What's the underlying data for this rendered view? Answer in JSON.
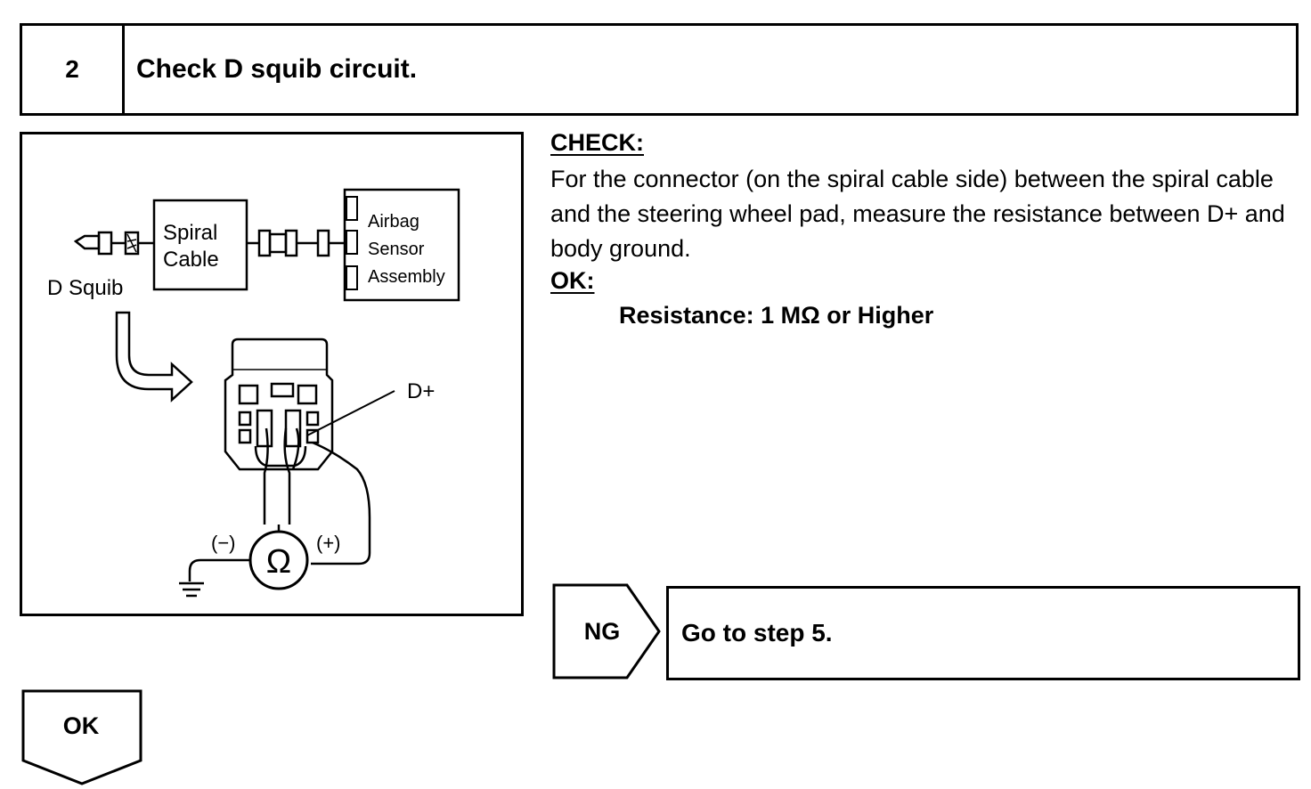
{
  "step": {
    "number": "2",
    "title": "Check D squib circuit."
  },
  "diagram": {
    "spiral_cable_line1": "Spiral",
    "spiral_cable_line2": "Cable",
    "sensor_line1": "Airbag",
    "sensor_line2": "Sensor",
    "sensor_line3": "Assembly",
    "d_squib": "D Squib",
    "d_plus": "D+",
    "minus": "(−)",
    "plus": "(+)",
    "ohm_symbol": "Ω"
  },
  "check": {
    "heading": "CHECK:",
    "body": "For the connector (on the spiral cable side) between the spiral cable and the steering wheel pad, measure the resistance between D+ and body ground."
  },
  "ok": {
    "heading": "OK:",
    "value": "Resistance: 1 MΩ or Higher"
  },
  "ng": {
    "label": "NG",
    "action": "Go to step 5."
  },
  "ok_arrow": {
    "label": "OK"
  }
}
